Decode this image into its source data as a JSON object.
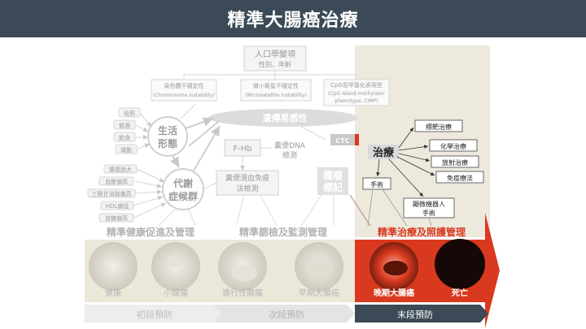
{
  "page": {
    "title": "精準大腸癌治療"
  },
  "top": {
    "demographics": "人口學變項",
    "demographics_sub": "性別、年齡",
    "factor_left": "染色體不穩定性",
    "factor_left_sub": "(Chromosome instability)",
    "factor_mid": "微小衛星不穩定性",
    "factor_mid_sub": "(Microsatellite instability)",
    "factor_right": "CpG島甲基化表現型",
    "factor_right_sub1": "(CpG island methylator",
    "factor_right_sub2": "phenotype, CIMP)",
    "genetic": "遺傳易感性"
  },
  "left": {
    "lifestyle": [
      "生活",
      "形態"
    ],
    "lifestyle_items": [
      "吸菸",
      "飲酒",
      "飲食",
      "運動"
    ],
    "metabolic": [
      "代謝",
      "症候群"
    ],
    "metabolic_items": [
      "腰圍過大",
      "血壓偏高",
      "三酸甘油脂偏高",
      "HDL偏低",
      "血糖偏高"
    ]
  },
  "middle": {
    "fhb": "F-Hb",
    "stool_dna": [
      "糞便DNA",
      "檢測"
    ],
    "stool_immune": [
      "糞便潛血免疫",
      "法檢測"
    ],
    "tumor_marker": [
      "腫瘤",
      "標記"
    ],
    "ctc": "CTC"
  },
  "treatment": {
    "main": "治療",
    "items": [
      "標靶治療",
      "化學治療",
      "放射治療",
      "免疫療法"
    ],
    "surgery": "手術",
    "robot": [
      "顯微機器人",
      "手術"
    ]
  },
  "stages": {
    "promotion": "精準健康促進及管理",
    "screening": "精準篩檢及監測管理",
    "care": "精準治療及照護管理"
  },
  "images": {
    "labels": [
      "健康",
      "小腺瘤",
      "進行性腺瘤",
      "早期大腸癌",
      "晚期大腸癌",
      "死亡"
    ]
  },
  "prevention": {
    "primary": "初段預防",
    "secondary": "次段預防",
    "tertiary": "末段預防"
  },
  "colors": {
    "title_bar": "#3b4a56",
    "accent_red": "#d9391f",
    "panel_beige": "#ede9dd",
    "dark_slate": "#3b4a56"
  }
}
